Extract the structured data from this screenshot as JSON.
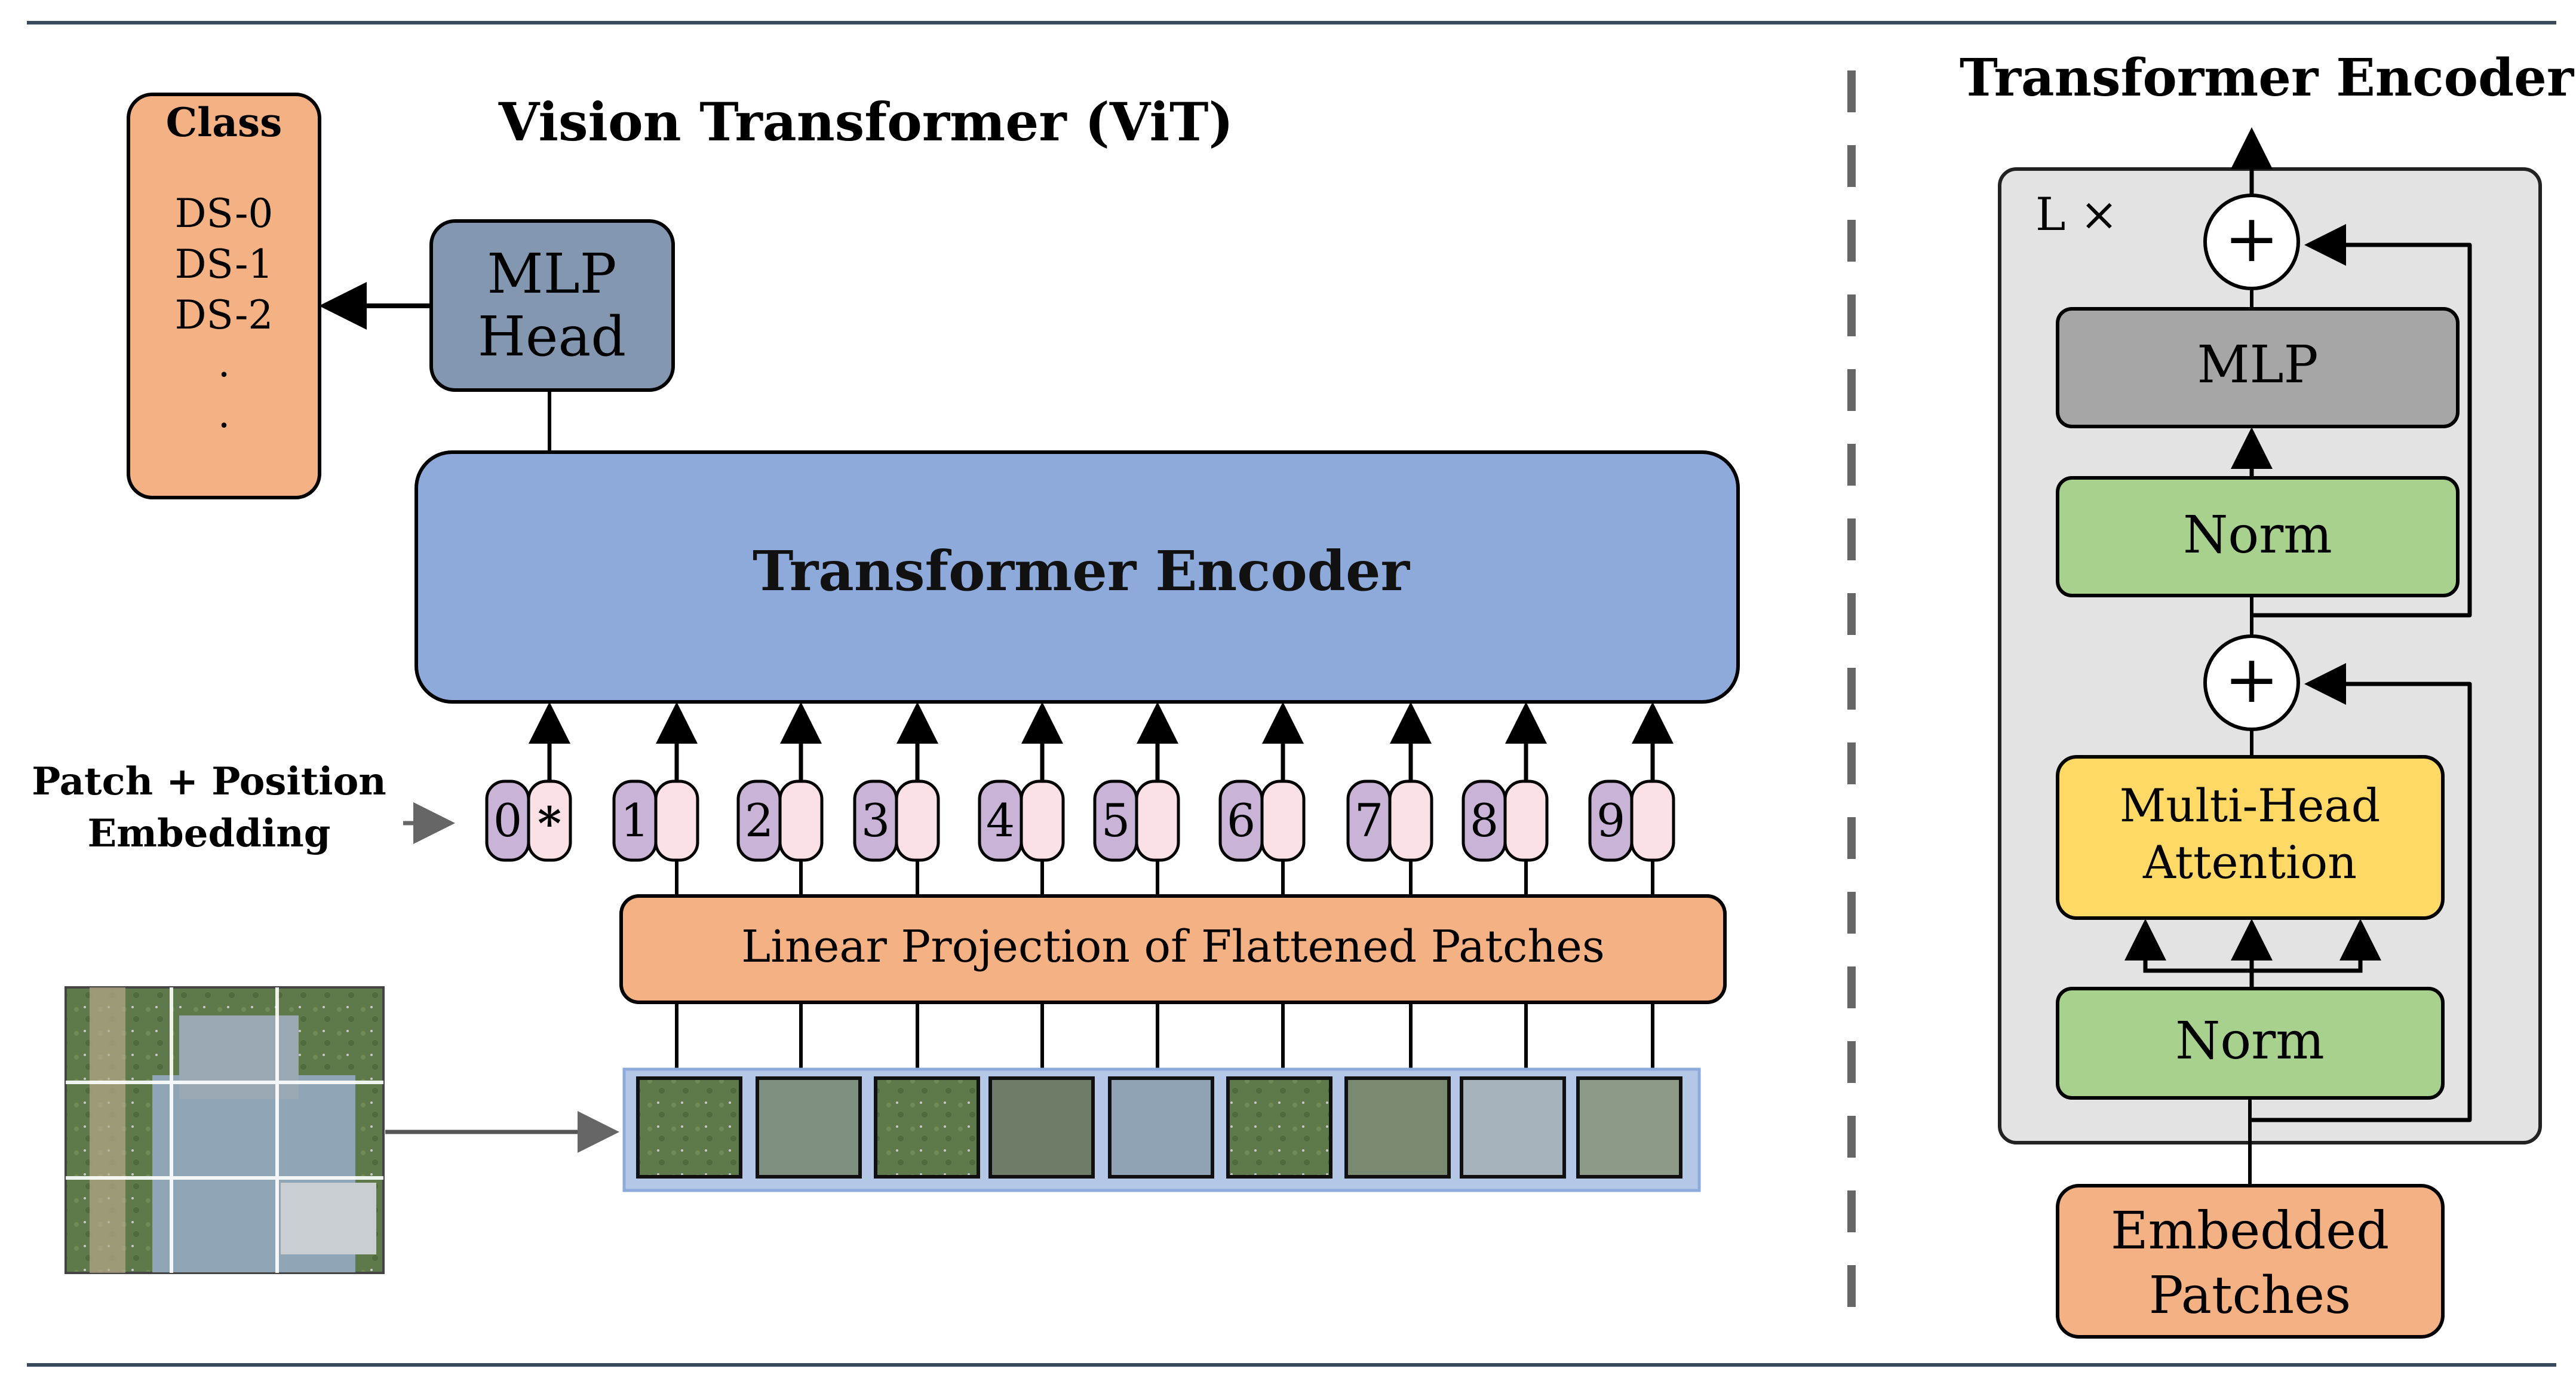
{
  "left_title": "Vision Transformer (ViT)",
  "right_title": "Transformer Encoder",
  "class_box": {
    "title": "Class",
    "items": [
      "DS-0",
      "DS-1",
      "DS-2",
      ".",
      "."
    ]
  },
  "mlp_head": {
    "line1": "MLP",
    "line2": "Head"
  },
  "encoder_label": "Transformer Encoder",
  "embedding_label": {
    "line1": "Patch + Position",
    "line2": "Embedding"
  },
  "tokens": [
    "0",
    "1",
    "2",
    "3",
    "4",
    "5",
    "6",
    "7",
    "8",
    "9"
  ],
  "cls_marker": "*",
  "linear_projection": "Linear Projection of Flattened Patches",
  "encoder_block": {
    "repeat_label": "L ×",
    "mlp": "MLP",
    "norm_top": "Norm",
    "norm_bottom": "Norm",
    "attention_line1": "Multi-Head",
    "attention_line2": "Attention",
    "embedded_line1": "Embedded",
    "embedded_line2": "Patches",
    "plus": "+"
  },
  "colors": {
    "orange": "#f4b183",
    "encoder_blue": "#8eaadb",
    "mlp_head": "#8497b0",
    "token_purple": "#c9b3d6",
    "token_pink": "#fbe1e6",
    "block_grey": "#e3e3e3",
    "mlp_grey": "#a6a6a6",
    "norm_green": "#a9d18e",
    "attention_yellow": "#ffd966",
    "patch_strip": "#b4c7e7"
  }
}
